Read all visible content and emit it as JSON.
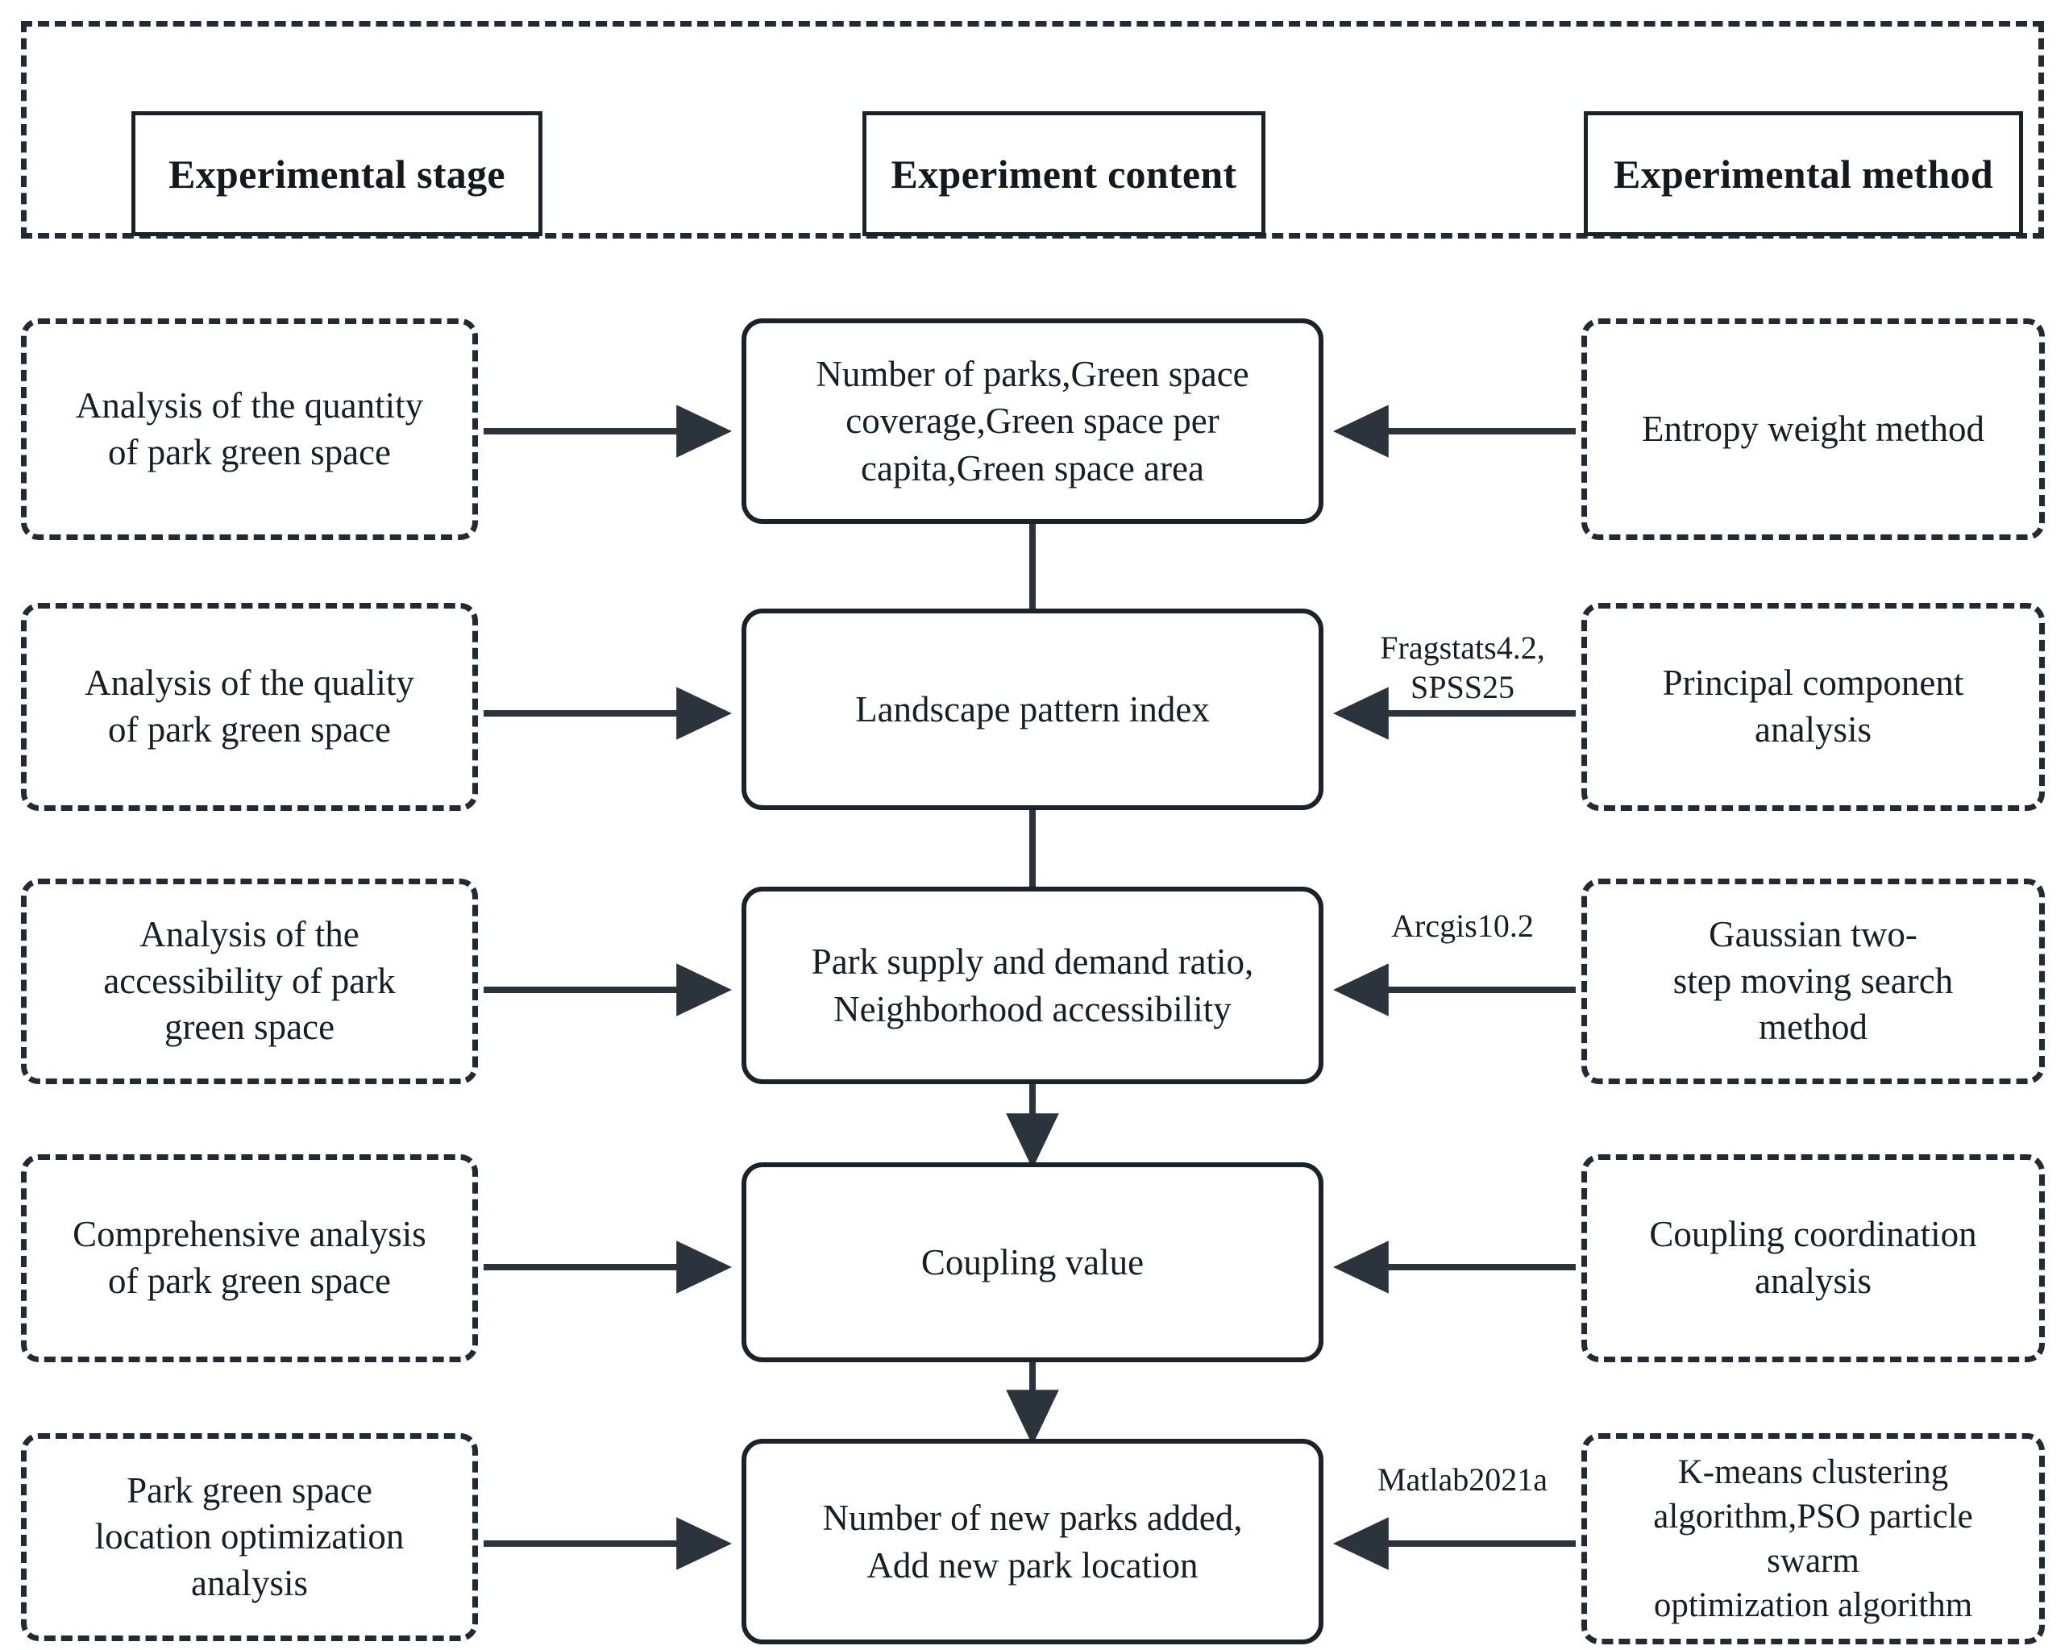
{
  "header": {
    "columns": [
      {
        "label": "Experimental stage"
      },
      {
        "label": "Experiment content"
      },
      {
        "label": "Experimental method"
      }
    ]
  },
  "rows": [
    {
      "stage": "Analysis of the quantity\nof park green space",
      "content": "Number of parks,Green space\ncoverage,Green space per\ncapita,Green space area",
      "method": "Entropy weight method",
      "tool": ""
    },
    {
      "stage": "Analysis of the quality\nof park green space",
      "content": "Landscape pattern index",
      "method": "Principal component\nanalysis",
      "tool": "Fragstats4.2,\nSPSS25"
    },
    {
      "stage": "Analysis of the\naccessibility of park\ngreen space",
      "content": "Park supply and demand ratio,\nNeighborhood accessibility",
      "method": "Gaussian two-\nstep moving search\nmethod",
      "tool": "Arcgis10.2"
    },
    {
      "stage": "Comprehensive analysis\nof park green space",
      "content": "Coupling value",
      "method": "Coupling coordination\nanalysis",
      "tool": ""
    },
    {
      "stage": "Park green space\nlocation optimization\nanalysis",
      "content": "Number of new parks added,\nAdd new park location",
      "method": "K-means clustering\nalgorithm,PSO particle\nswarm\noptimization algorithm",
      "tool": "Matlab2021a"
    }
  ],
  "connectors": {
    "stage_to_content_arrow": "arrow-right",
    "method_to_content_arrow": "arrow-left",
    "content_chain": [
      {
        "from": 1,
        "to": 2,
        "arrowhead": false
      },
      {
        "from": 2,
        "to": 3,
        "arrowhead": false
      },
      {
        "from": 3,
        "to": 4,
        "arrowhead": true
      },
      {
        "from": 4,
        "to": 5,
        "arrowhead": true
      }
    ]
  },
  "colors": {
    "line": "#222a35",
    "text": "#181e27",
    "background": "#ffffff"
  }
}
